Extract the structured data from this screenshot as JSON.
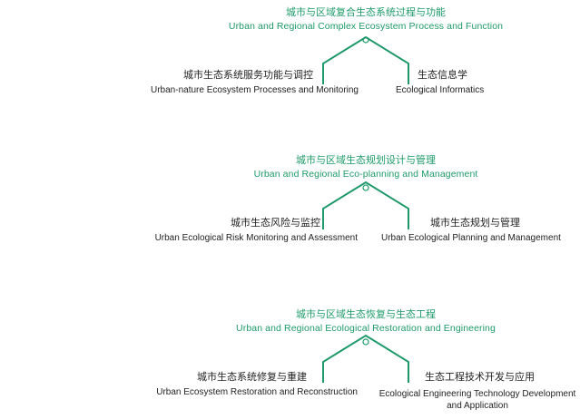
{
  "colors": {
    "accent": "#1e9a6a",
    "text": "#222222",
    "background": "#ffffff"
  },
  "groups": [
    {
      "title_zh": "城市与区域复合生态系统过程与功能",
      "title_en": "Urban and Regional Complex Ecosystem Process and Function",
      "left": {
        "zh": "城市生态系统服务功能与调控",
        "en": "Urban-nature Ecosystem Processes and Monitoring"
      },
      "right": {
        "zh": "生态信息学",
        "en": "Ecological Informatics"
      }
    },
    {
      "title_zh": "城市与区域生态规划设计与管理",
      "title_en": "Urban and Regional Eco-planning and Management",
      "left": {
        "zh": "城市生态风险与监控",
        "en": "Urban Ecological Risk Monitoring and Assessment"
      },
      "right": {
        "zh": "城市生态规划与管理",
        "en": "Urban Ecological Planning and Management"
      }
    },
    {
      "title_zh": "城市与区域生态恢复与生态工程",
      "title_en": "Urban and Regional Ecological Restoration and Engineering",
      "left": {
        "zh": "城市生态系统修复与重建",
        "en": "Urban Ecosystem Restoration and Reconstruction"
      },
      "right": {
        "zh": "生态工程技术开发与应用",
        "en": "Ecological Engineering Technology Development and Application"
      }
    }
  ]
}
